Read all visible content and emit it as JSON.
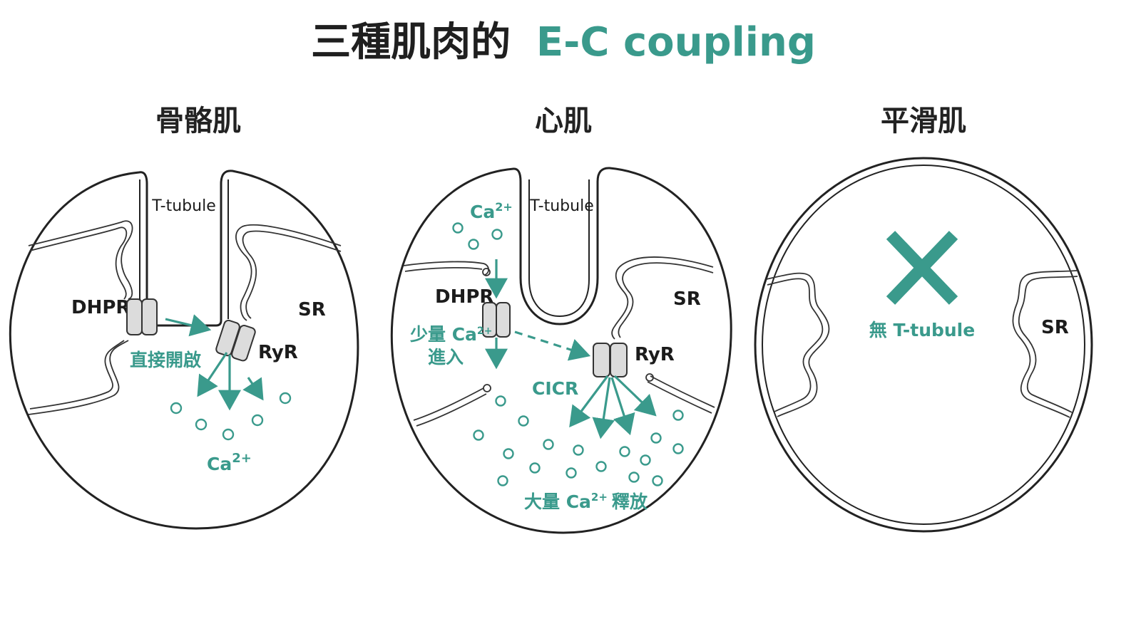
{
  "title": {
    "prefix": "三種肌肉的",
    "accent": "E-C coupling"
  },
  "panels": {
    "skeletal": {
      "title": "骨骼肌",
      "t_tubule": "T-tubule",
      "dhpr": "DHPR",
      "ryr": "RyR",
      "sr": "SR",
      "mechanism": "直接開啟",
      "ion": "Ca",
      "ion_sup": "2+"
    },
    "cardiac": {
      "title": "心肌",
      "t_tubule": "T-tubule",
      "ion_top": "Ca",
      "ion_top_sup": "2+",
      "dhpr": "DHPR",
      "ryr": "RyR",
      "sr": "SR",
      "influx_line1_a": "少量 Ca",
      "influx_line1_sup": "2+",
      "influx_line2": "進入",
      "cicr": "CICR",
      "release_a": "大量 Ca",
      "release_sup": "2+",
      "release_b": "釋放"
    },
    "smooth": {
      "title": "平滑肌",
      "no_tubule": "無 T-tubule",
      "sr": "SR"
    }
  },
  "colors": {
    "accent": "#3a9a8c",
    "ink": "#222222",
    "channel": "#dcdcdc"
  }
}
